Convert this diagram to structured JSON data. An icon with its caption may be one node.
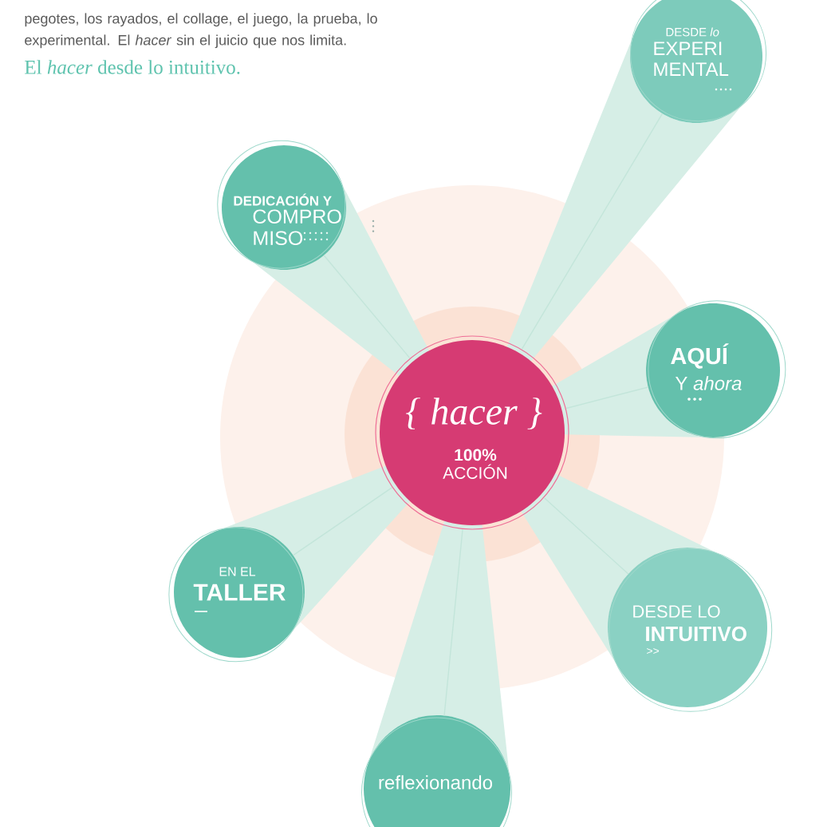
{
  "diagram": {
    "nodes": [
      {
        "text": [
          "{ hacer }",
          "**100%** ACCIÓN"
        ]
      },
      {
        "text": [
          "DESDE *lo*",
          "EXPERI MENTAL"
        ]
      },
      {
        "text": [
          "DEDICACIÓN Y",
          "COMPRO MISO"
        ]
      },
      {
        "text": [
          "AQUÍ",
          "Y *ahora*"
        ]
      },
      {
        "text": [
          "EN EL",
          "TALLER"
        ]
      },
      {
        "text": [
          "DESDE LO",
          "INTUITIVO",
          ">>"
        ]
      },
      {
        "text": [
          "reflexionando"
        ]
      }
    ],
    "edges": [
      {
        "from": 0,
        "to": 1,
        "arrow": "none"
      },
      {
        "from": 0,
        "to": 2,
        "arrow": "none"
      },
      {
        "from": 0,
        "to": 3,
        "arrow": "none"
      },
      {
        "from": 0,
        "to": 4,
        "arrow": "none"
      },
      {
        "from": 0,
        "to": 5,
        "arrow": "none"
      },
      {
        "from": 0,
        "to": 6,
        "arrow": "none"
      }
    ],
    "labels": [
      "pegotes, los rayados, el collage, el juego, la prueba, lo experimental. El *hacer* sin el juicio que nos limita.",
      "El *hacer* desde lo intuitivo."
    ]
  }
}
